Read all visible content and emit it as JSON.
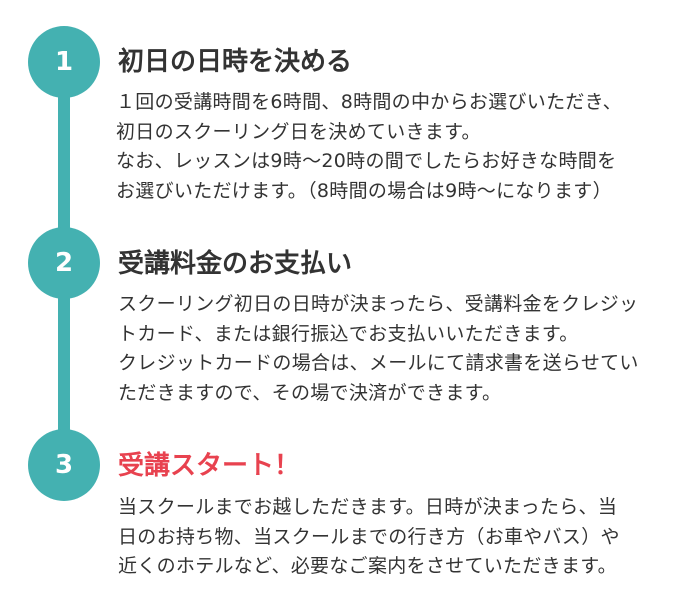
{
  "accent_color": "#44b1b1",
  "highlight_color": "#e8424f",
  "steps": [
    {
      "number": "1",
      "title": "初日の日時を決める",
      "lines": [
        "１回の受講時間を6時間、8時間の中からお選びいただき、",
        "初日のスクーリング日を決めていきます。",
        "なお、レッスンは9時〜20時の間でしたらお好きな時間を",
        "お選びいただけます。（8時間の場合は9時〜になります）"
      ]
    },
    {
      "number": "2",
      "title": "受講料金のお支払い",
      "lines": [
        "スクーリング初日の日時が決まったら、受講料金をクレジッ",
        "トカード、または銀行振込でお支払いいただきます。",
        "クレジットカードの場合は、メールにて請求書を送らせてい",
        "ただきますので、その場で決済ができます。"
      ]
    },
    {
      "number": "3",
      "title": "受講スタート！",
      "lines": [
        "当スクールまでお越しただきます。日時が決まったら、当",
        "日のお持ち物、当スクールまでの行き方（お車やバス）や",
        "近くのホテルなど、必要なご案内をさせていただきます。"
      ]
    }
  ]
}
